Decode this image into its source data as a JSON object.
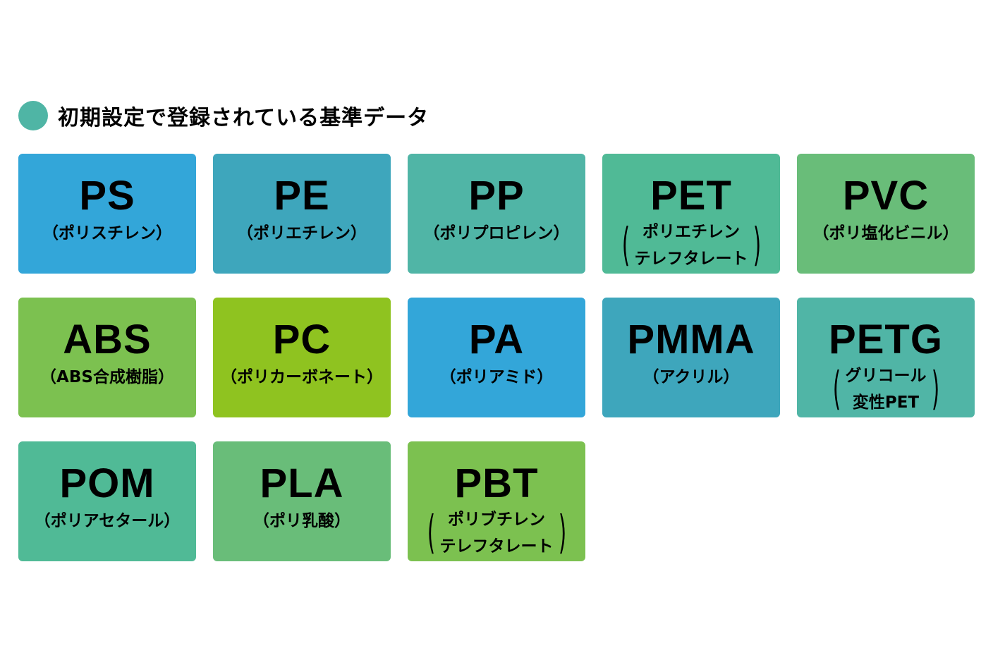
{
  "heading": {
    "title": "初期設定で登録されている基準データ",
    "icon_color": "#4fb5a5"
  },
  "tiles": [
    {
      "code": "PS",
      "name": "（ポリスチレン）",
      "color": "#33a6d9"
    },
    {
      "code": "PE",
      "name": "（ポリエチレン）",
      "color": "#3ea6bc"
    },
    {
      "code": "PP",
      "name": "（ポリプロピレン）",
      "color": "#50b5a6"
    },
    {
      "code": "PET",
      "line1": "ポリエチレン",
      "line2": "テレフタレート",
      "color": "#50ba96"
    },
    {
      "code": "PVC",
      "name": "（ポリ塩化ビニル）",
      "color": "#69bd79"
    },
    {
      "code": "ABS",
      "name": "（ABS合成樹脂）",
      "color": "#7cc150"
    },
    {
      "code": "PC",
      "name": "（ポリカーボネート）",
      "color": "#8fc320"
    },
    {
      "code": "PA",
      "name": "（ポリアミド）",
      "color": "#33a6d9"
    },
    {
      "code": "PMMA",
      "name": "（アクリル）",
      "color": "#3ea6bc"
    },
    {
      "code": "PETG",
      "line1": "グリコール",
      "line2": "変性PET",
      "color": "#50b5a6"
    },
    {
      "code": "POM",
      "name": "（ポリアセタール）",
      "color": "#50ba96"
    },
    {
      "code": "PLA",
      "name": "（ポリ乳酸）",
      "color": "#69bd79"
    },
    {
      "code": "PBT",
      "line1": "ポリブチレン",
      "line2": "テレフタレート",
      "color": "#7cc150"
    }
  ]
}
